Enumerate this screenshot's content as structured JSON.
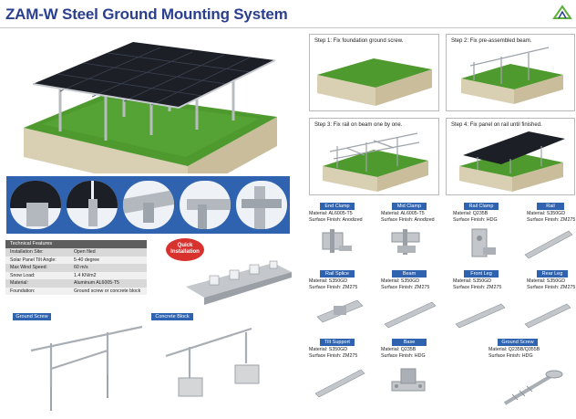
{
  "title": "ZAM-W Steel Ground Mounting System",
  "steps": [
    {
      "caption": "Step 1: Fix foundation ground screw."
    },
    {
      "caption": "Step 2: Fix pre-assembled beam."
    },
    {
      "caption": "Step 3: Fix rail on beam one by one."
    },
    {
      "caption": "Step 4: Fix panel on rail until finished."
    }
  ],
  "features": {
    "heading": "Technical  Features",
    "rows": [
      {
        "k": "Installation Site:",
        "v": "Open filed"
      },
      {
        "k": "Solar Panel Tilt Angle:",
        "v": "5-40 degree"
      },
      {
        "k": "Max Wind Speed:",
        "v": "60 m/s"
      },
      {
        "k": "Snow Load:",
        "v": "1.4 KN/m2"
      },
      {
        "k": "Material:",
        "v": "Aluminum AL6005-T5"
      },
      {
        "k": "Foundation:",
        "v": "Ground screw or concrete block"
      }
    ]
  },
  "quick_install": {
    "line1": "Quick",
    "line2": "Installation"
  },
  "foundations": {
    "ground_screw": "Ground Screw",
    "concrete_block": "Concrete Block"
  },
  "components": [
    {
      "name": "End Clamp",
      "material": "Material:  AL6005-T5",
      "finish": "Surface Finish:  Anodized"
    },
    {
      "name": "Mid Clamp",
      "material": "Material:  AL6005-T5",
      "finish": "Surface Finish:  Anodized"
    },
    {
      "name": "Rail Clamp",
      "material": "Material:  Q235B",
      "finish": "Surface Finish:  HDG"
    },
    {
      "name": "Rail",
      "material": "Material:  S350GD",
      "finish": "Surface Finish:  ZM275"
    },
    {
      "name": "Rail Splice",
      "material": "Material:  S350GD",
      "finish": "Surface Finish:  ZM275"
    },
    {
      "name": "Beam",
      "material": "Material:  S350GD",
      "finish": "Surface Finish:  ZM275"
    },
    {
      "name": "Front Leg",
      "material": "Material:  S350GD",
      "finish": "Surface Finish:  ZM275"
    },
    {
      "name": "Rear Leg",
      "material": "Material:  S350GD",
      "finish": "Surface Finish:  ZM275"
    },
    {
      "name": "Tilt Support",
      "material": "Material:  S350GD",
      "finish": "Surface Finish:  ZM275"
    },
    {
      "name": "Base",
      "material": "Material:  Q235B",
      "finish": "Surface Finish:  HDG"
    },
    {
      "name": "Ground Screw",
      "material": "Material:  Q235B/Q355B",
      "finish": "Surface Finish:  HDG"
    }
  ],
  "colors": {
    "brand_blue": "#2a3f8f",
    "tag_blue": "#2f63b0",
    "grass": "#4f9a2e",
    "quick_red": "#d8322f"
  }
}
